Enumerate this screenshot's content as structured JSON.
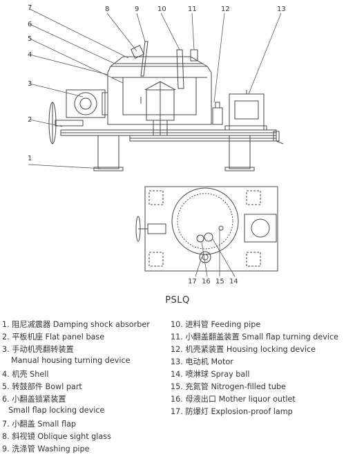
{
  "side_view": {
    "callouts": [
      "1",
      "2",
      "3",
      "4",
      "5",
      "6",
      "7",
      "8",
      "9",
      "10",
      "11",
      "12",
      "13"
    ]
  },
  "top_view": {
    "callouts": [
      "17",
      "16",
      "15",
      "14"
    ],
    "model": "PSLQ"
  },
  "legend": {
    "left": [
      "1. 阻尼减震器 Damping shock absorber",
      "2. 平板机座 Flat panel base",
      "3. 手动机壳翻转装置",
      "Manual housing turning device",
      "4. 机壳 Shell",
      "5. 转鼓部件 Bowl part",
      "6. 小翻盖锁紧装置",
      "Small flap locking device",
      "7. 小翻盖 Small flap",
      "8. 斜视镜 Oblique sight glass",
      "9. 洗涤管 Washing pipe"
    ],
    "right": [
      "10. 进料管 Feeding pipe",
      "11. 小翻盖翻盖装置 Small flap turning device",
      "12. 机壳紧装置 Housing locking device",
      "13. 电动机 Motor",
      "14. 喷淋球 Spray ball",
      "15. 充氮管 Nitrogen-filled tube",
      "16. 母液出口 Mother liquor outlet",
      "17. 防爆灯 Explosion-proof lamp"
    ]
  }
}
